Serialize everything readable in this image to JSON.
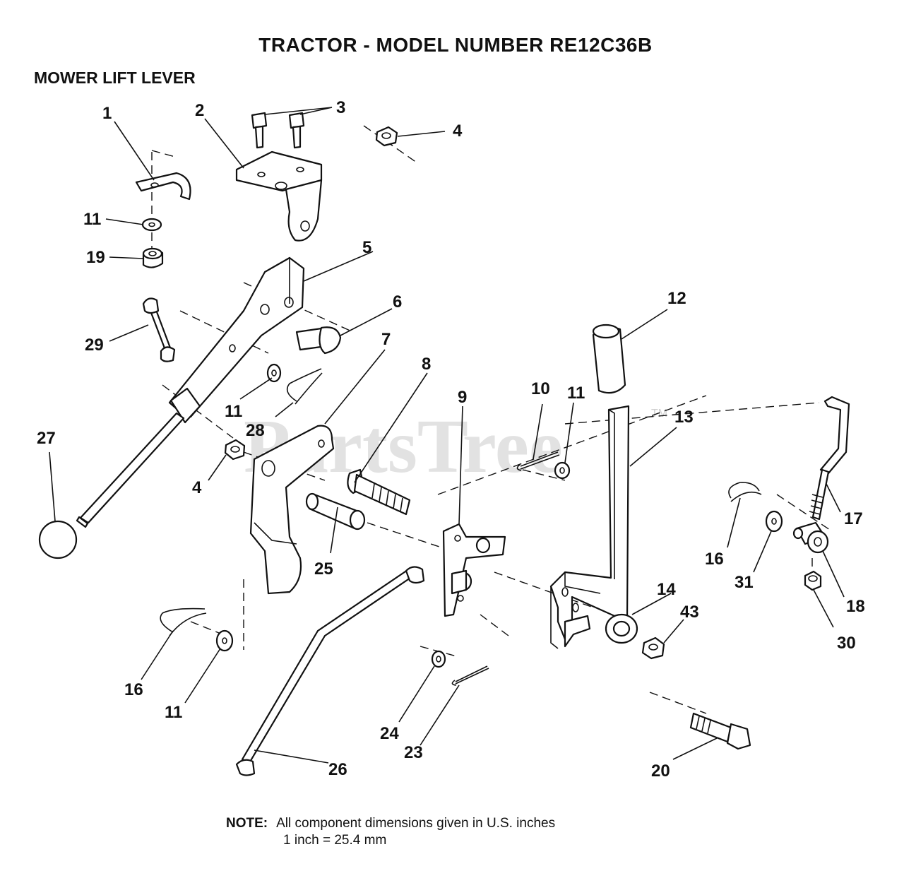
{
  "header": {
    "title": "TRACTOR  - MODEL NUMBER RE12C36B",
    "subtitle": "MOWER LIFT LEVER"
  },
  "watermark": {
    "text": "PartsTree",
    "tm": "TM"
  },
  "callouts": {
    "c1": "1",
    "c2": "2",
    "c3": "3",
    "c4a": "4",
    "c4b": "4",
    "c5": "5",
    "c6": "6",
    "c7": "7",
    "c8": "8",
    "c9": "9",
    "c10": "10",
    "c11a": "11",
    "c11b": "11",
    "c11c": "11",
    "c11d": "11",
    "c12": "12",
    "c13": "13",
    "c14": "14",
    "c16a": "16",
    "c16b": "16",
    "c17": "17",
    "c18": "18",
    "c19": "19",
    "c20": "20",
    "c23": "23",
    "c24": "24",
    "c25": "25",
    "c26": "26",
    "c27": "27",
    "c28": "28",
    "c29": "29",
    "c30": "30",
    "c31": "31",
    "c43": "43"
  },
  "note": {
    "label": "NOTE:",
    "line1": "All component dimensions given in U.S. inches",
    "line2": "1 inch = 25.4 mm"
  }
}
